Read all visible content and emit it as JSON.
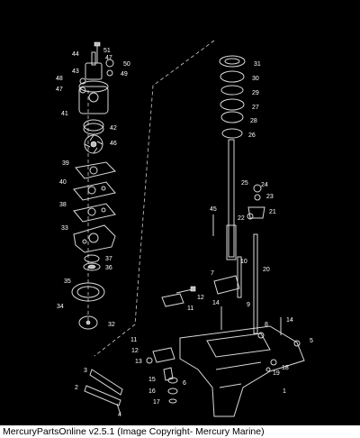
{
  "diagram": {
    "callouts": [
      "1",
      "2",
      "3",
      "4",
      "5",
      "6",
      "7",
      "8",
      "9",
      "10",
      "11",
      "11",
      "12",
      "12",
      "13",
      "14",
      "14",
      "15",
      "16",
      "17",
      "18",
      "19",
      "20",
      "21",
      "22",
      "23",
      "24",
      "25",
      "26",
      "27",
      "28",
      "29",
      "30",
      "31",
      "32",
      "33",
      "34",
      "35",
      "36",
      "37",
      "38",
      "39",
      "40",
      "41",
      "42",
      "43",
      "44",
      "45",
      "46",
      "47",
      "47",
      "48",
      "49",
      "50",
      "51"
    ]
  },
  "footer": {
    "text": "MercuryPartsOnline v2.5.1 (Image Copyright- Mercury Marine)"
  }
}
